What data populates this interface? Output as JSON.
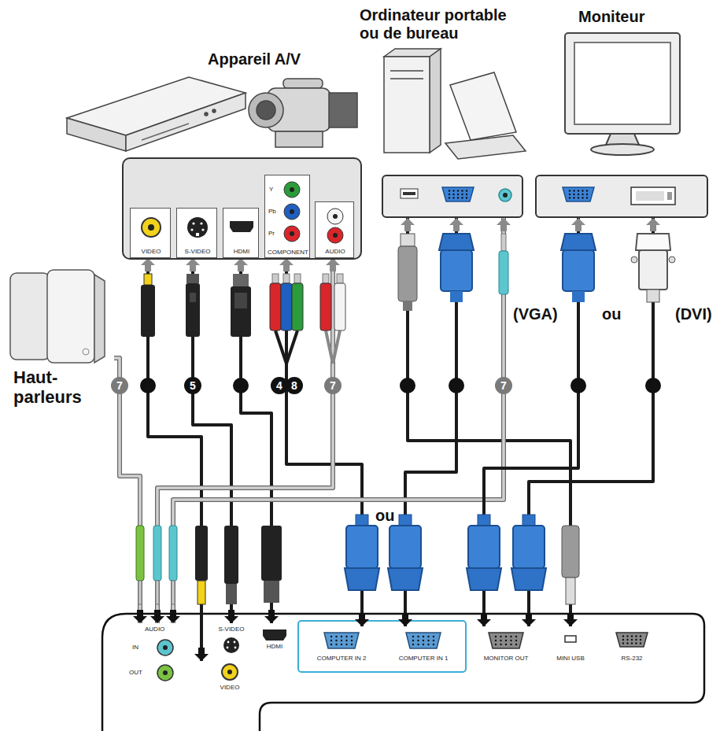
{
  "diagram": {
    "nodes": [
      {
        "text": [
          "Appareil A/V"
        ]
      },
      {
        "text": [
          "VIDEO"
        ],
        "in": 0
      },
      {
        "text": [
          "S-VIDEO"
        ],
        "in": 0
      },
      {
        "text": [
          "HDMI"
        ],
        "in": 0
      },
      {
        "text": [
          "Y",
          "Pb",
          "Pr",
          "COMPONENT"
        ],
        "in": 0
      },
      {
        "text": [
          "AUDIO"
        ],
        "in": 0
      },
      {
        "text": [
          "Ordinateur portable ou de bureau"
        ]
      },
      {
        "text": [
          "Moniteur"
        ]
      },
      {
        "text": [
          "Haut-parleurs"
        ]
      },
      {
        "text": [
          "AUDIO",
          "IN",
          "OUT"
        ]
      },
      {
        "text": [
          "S-VIDEO"
        ]
      },
      {
        "text": [
          "VIDEO"
        ]
      },
      {
        "text": [
          "HDMI"
        ]
      },
      {
        "text": [
          "COMPUTER IN 2"
        ]
      },
      {
        "text": [
          "COMPUTER IN 1"
        ]
      },
      {
        "text": [
          "MONITOR OUT"
        ]
      },
      {
        "text": [
          "MINI USB"
        ]
      },
      {
        "text": [
          "RS-232"
        ]
      }
    ],
    "edges": [
      {
        "from": 1,
        "to": 11,
        "arrow": "both"
      },
      {
        "from": 2,
        "to": 10,
        "arrow": "both"
      },
      {
        "from": 3,
        "to": 12,
        "arrow": "both"
      },
      {
        "from": 4,
        "to": 13,
        "arrow": "both"
      },
      {
        "from": 5,
        "to": 9,
        "arrow": "both"
      },
      {
        "from": 6,
        "to": 16,
        "arrow": "both"
      },
      {
        "from": 6,
        "to": 14,
        "arrow": "both"
      },
      {
        "from": 6,
        "to": 9,
        "arrow": "both"
      },
      {
        "from": 7,
        "to": 15,
        "arrow": "both"
      },
      {
        "from": 7,
        "to": 15,
        "arrow": "both"
      },
      {
        "from": 8,
        "to": 9,
        "arrow": "to"
      }
    ],
    "labels": [
      "7",
      "5",
      "4",
      "8",
      "7",
      "7",
      "(VGA)",
      "ou",
      "(DVI)",
      "ou"
    ]
  }
}
